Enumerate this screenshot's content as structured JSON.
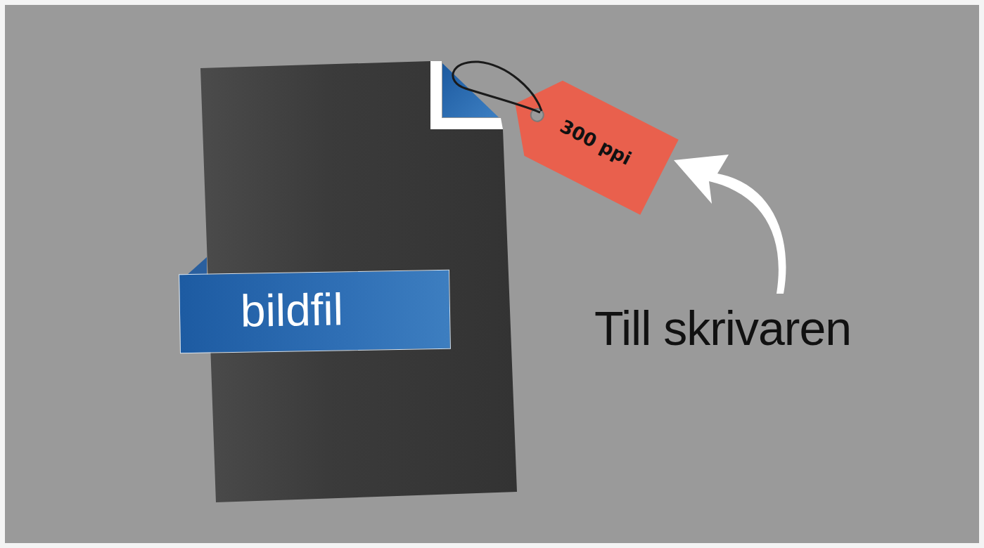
{
  "diagram": {
    "nodes": [
      {
        "text": [
          "bildfil"
        ]
      },
      {
        "text": [
          "300 ppi"
        ]
      }
    ],
    "labels": [
      "Till skrivaren"
    ]
  }
}
